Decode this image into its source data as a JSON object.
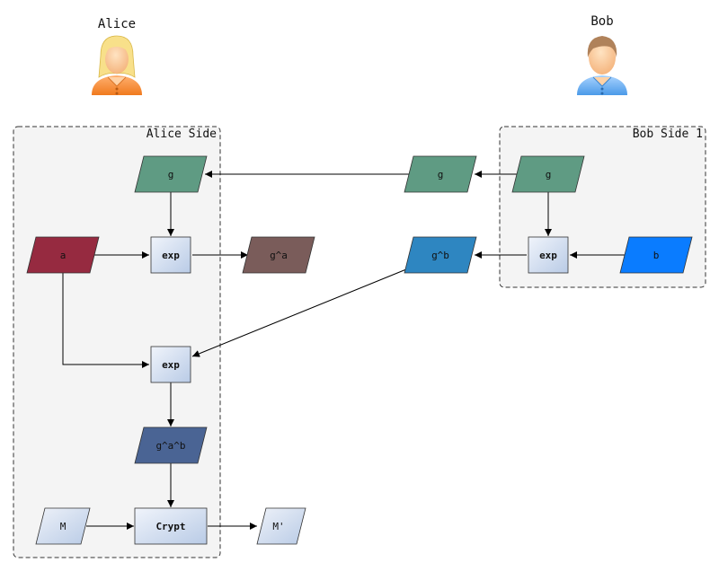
{
  "actors": {
    "alice": {
      "name": "Alice"
    },
    "bob": {
      "name": "Bob"
    }
  },
  "groups": {
    "alice_side": {
      "title": "Alice Side"
    },
    "bob_side": {
      "title": "Bob Side 1"
    }
  },
  "nodes": {
    "alice_g": {
      "label": "g",
      "color": "#5f9b83"
    },
    "mid_g": {
      "label": "g",
      "color": "#5f9b83"
    },
    "bob_g": {
      "label": "g",
      "color": "#5f9b83"
    },
    "alice_a": {
      "label": "a",
      "color": "#962a40"
    },
    "alice_exp1": {
      "label": "exp"
    },
    "g_pow_a": {
      "label": "g^a",
      "color": "#7a5c5a"
    },
    "g_pow_b": {
      "label": "g^b",
      "color": "#2e86c1"
    },
    "bob_exp": {
      "label": "exp"
    },
    "bob_b": {
      "label": "b",
      "color": "#0a7cff"
    },
    "alice_exp2": {
      "label": "exp"
    },
    "g_pow_ab": {
      "label": "g^a^b",
      "color": "#4a6494"
    },
    "msg_in": {
      "label": "M"
    },
    "crypt": {
      "label": "Crypt"
    },
    "msg_out": {
      "label": "M'"
    }
  }
}
